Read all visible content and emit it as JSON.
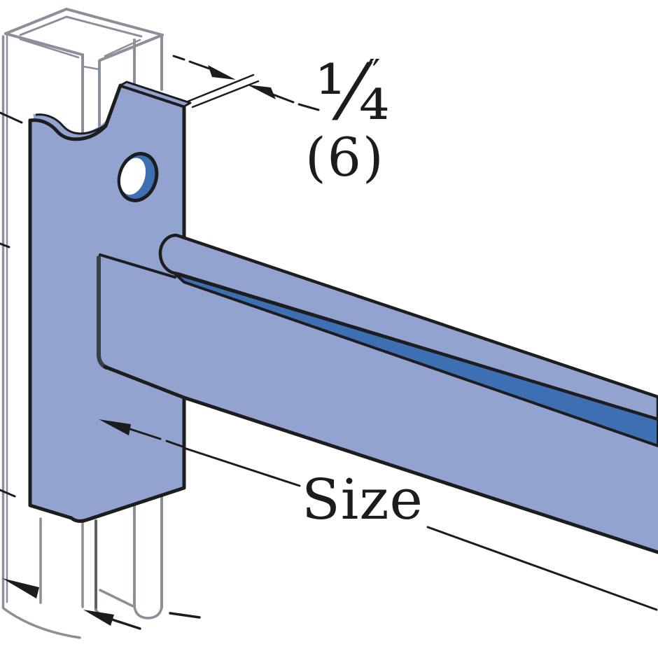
{
  "figure": {
    "title": "Cantilever bracket fitting on strut channel (isometric technical illustration)",
    "labels": {
      "thickness_fraction": "¼",
      "thickness_unit_mark": "″",
      "thickness_metric": "(6)",
      "arm_length_label": "Size"
    },
    "colors": {
      "fitting": "#93a3d0",
      "slot": "#3f6fb3",
      "outline": "#1d1d1f",
      "strut_line": "#8a8f99",
      "background": "#ffffff"
    }
  }
}
